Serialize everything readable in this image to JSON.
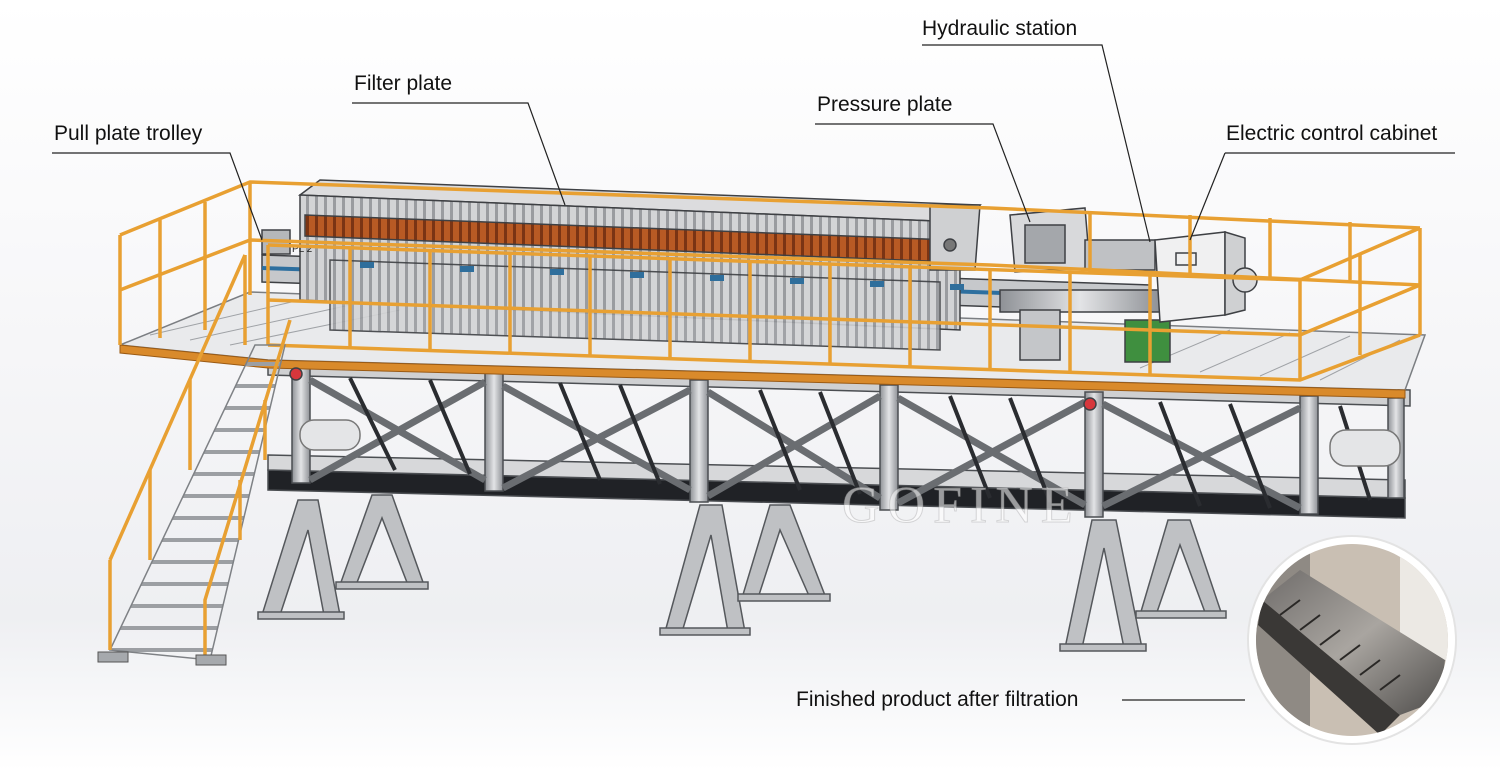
{
  "callouts": {
    "hydraulic_station": "Hydraulic station",
    "filter_plate": "Filter plate",
    "pressure_plate": "Pressure plate",
    "pull_plate_trolley": "Pull plate trolley",
    "electric_control_cabinet": "Electric control cabinet",
    "finished_product": "Finished product after filtration"
  },
  "machine_marking": "PL 2",
  "watermark": "GOFINE",
  "colors": {
    "railing": "#e8a032",
    "frame": "#c7c9cc",
    "plates": "#c0612a",
    "leader_line": "#222222"
  }
}
